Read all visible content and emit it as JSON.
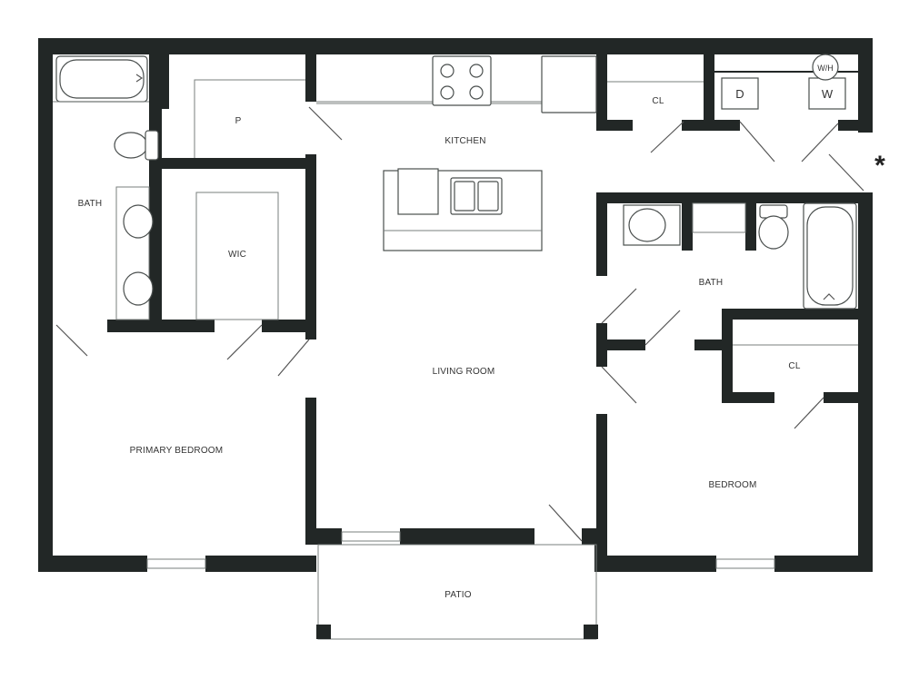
{
  "rooms": {
    "kitchen": "KITCHEN",
    "pantry": "P",
    "bath_primary": "BATH",
    "wic": "WIC",
    "living": "LIVING ROOM",
    "primary_bedroom": "PRIMARY BEDROOM",
    "patio": "PATIO",
    "closet_top": "CL",
    "bath_second": "BATH",
    "closet_bedroom": "CL",
    "bedroom": "BEDROOM"
  },
  "fixtures": {
    "dryer": "D",
    "washer": "W",
    "water_heater": "W/H"
  },
  "marker": "*"
}
